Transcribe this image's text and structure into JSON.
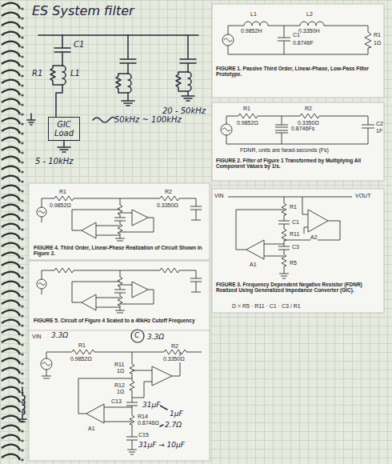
{
  "diagram": {
    "title": "ES System filter",
    "nodes": [
      {
        "text": [
          "GIC Load"
        ]
      },
      {
        "text": [
          "L1",
          "0.9852H",
          "L2",
          "0.3350H",
          "C1",
          "0.8746F",
          "R1",
          "1Ω",
          "FIGURE 1. Passive Third Order, Linear-Phase, Low-Pass Filter Prototype."
        ]
      },
      {
        "text": [
          "R1",
          "0.9852Ω",
          "R2",
          "0.3350Ω",
          "0.8746Fs",
          "C2",
          "1F",
          "FDNR, units are farad-seconds (Fs)",
          "FIGURE 2. Filter of Figure 1 Transformed by Multiplying All Component Values by 1/s."
        ]
      },
      {
        "text": [
          "R1",
          "0.9852Ω",
          "R2",
          "0.3350Ω",
          "FIGURE 4. Third Order, Linear-Phase Realization of Circuit Shown in Figure 2."
        ]
      },
      {
        "text": [
          "VIN",
          "VOUT",
          "R1",
          "C1",
          "R11",
          "C3",
          "R5",
          "A1",
          "A2",
          "FIGURE 3. Frequency Dependent Negative Resistor (FDNR) Realized Using Generalized Impedance Converter (GIC).",
          "D = R5 · R11 · C1 · C3 / R1"
        ]
      },
      {
        "text": [
          "FIGURE 5. Circuit of Figure 4 Scaled to a 40kHz Cutoff Frequency"
        ]
      },
      {
        "text": [
          "VIN",
          "3.3Ω",
          "R1",
          "0.9852Ω",
          "C",
          "3.3Ω",
          "R2",
          "0.3350Ω",
          "R11",
          "1Ω",
          "R12",
          "1Ω",
          "C13",
          "31μF",
          "1μF",
          "A1",
          "R14",
          "0.8746Ω",
          "2.7Ω",
          "C15",
          "31μF → 10μF"
        ]
      }
    ],
    "labels": [
      "C1",
      "R1",
      "L1",
      "5 - 10kHz",
      "50kHz ~ 100kHz",
      "20 - 50kHz"
    ]
  }
}
